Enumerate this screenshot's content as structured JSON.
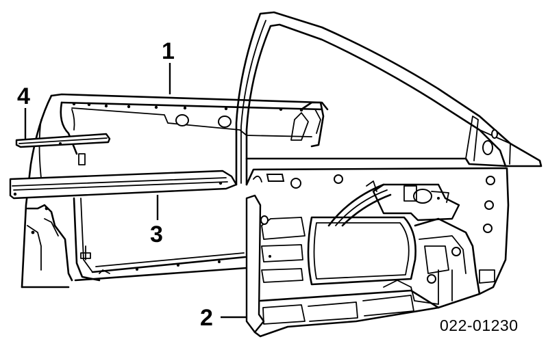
{
  "callouts": [
    {
      "id": "1",
      "label": "1"
    },
    {
      "id": "2",
      "label": "2"
    },
    {
      "id": "3",
      "label": "3"
    },
    {
      "id": "4",
      "label": "4"
    }
  ],
  "reference_code": "022-01230"
}
